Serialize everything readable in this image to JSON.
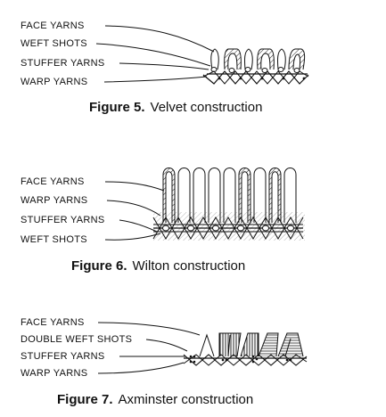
{
  "figures": [
    {
      "labels": [
        "FACE YARNS",
        "WEFT SHOTS",
        "STUFFER YARNS",
        "WARP YARNS"
      ],
      "caption_num": "Figure 5.",
      "caption_text": "Velvet construction"
    },
    {
      "labels": [
        "FACE YARNS",
        "WARP YARNS",
        "STUFFER YARNS",
        "WEFT SHOTS"
      ],
      "caption_num": "Figure 6.",
      "caption_text": "Wilton construction"
    },
    {
      "labels": [
        "FACE YARNS",
        "DOUBLE WEFT SHOTS",
        "STUFFER YARNS",
        "WARP YARNS"
      ],
      "caption_num": "Figure 7.",
      "caption_text": "Axminster construction"
    }
  ]
}
